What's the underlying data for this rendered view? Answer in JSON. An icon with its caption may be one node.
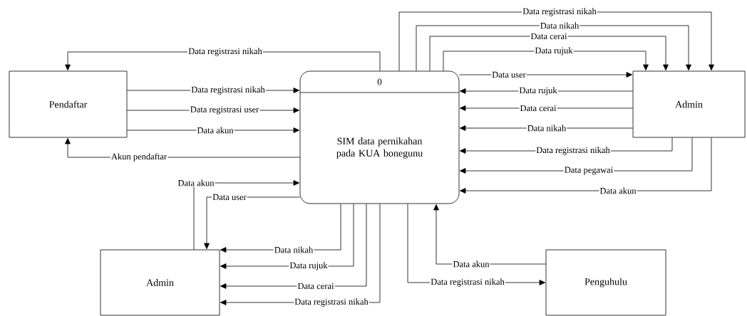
{
  "diagram": {
    "nodes": [
      {
        "text": [
          "Pendaftar"
        ]
      },
      {
        "text": [
          "0",
          "SIM data pernikahan pada KUA bonegunu"
        ]
      },
      {
        "text": [
          "Admin"
        ]
      },
      {
        "text": [
          "Admin"
        ]
      },
      {
        "text": [
          "Penguhulu"
        ]
      }
    ],
    "edges": [
      {
        "from": 1,
        "to": 0,
        "arrow": "to",
        "label": "Data registrasi nikah"
      },
      {
        "from": 0,
        "to": 1,
        "arrow": "to",
        "label": "Data registrasi nikah"
      },
      {
        "from": 0,
        "to": 1,
        "arrow": "to",
        "label": "Data registrasi user"
      },
      {
        "from": 0,
        "to": 1,
        "arrow": "to",
        "label": "Data akun"
      },
      {
        "from": 1,
        "to": 0,
        "arrow": "to",
        "label": "Akun pendaftar"
      },
      {
        "from": 1,
        "to": 2,
        "arrow": "to",
        "label": "Data registrasi nikah"
      },
      {
        "from": 1,
        "to": 2,
        "arrow": "to",
        "label": "Data nikah"
      },
      {
        "from": 1,
        "to": 2,
        "arrow": "to",
        "label": "Data cerai"
      },
      {
        "from": 1,
        "to": 2,
        "arrow": "to",
        "label": "Data rujuk"
      },
      {
        "from": 1,
        "to": 2,
        "arrow": "to",
        "label": "Data user"
      },
      {
        "from": 2,
        "to": 1,
        "arrow": "to",
        "label": "Data rujuk"
      },
      {
        "from": 2,
        "to": 1,
        "arrow": "to",
        "label": "Data cerai"
      },
      {
        "from": 2,
        "to": 1,
        "arrow": "to",
        "label": "Data nikah"
      },
      {
        "from": 2,
        "to": 1,
        "arrow": "to",
        "label": "Data registrasi nikah"
      },
      {
        "from": 2,
        "to": 1,
        "arrow": "to",
        "label": "Data pegawai"
      },
      {
        "from": 2,
        "to": 1,
        "arrow": "to",
        "label": "Data akun"
      },
      {
        "from": 3,
        "to": 1,
        "arrow": "to",
        "label": "Data akun"
      },
      {
        "from": 1,
        "to": 3,
        "arrow": "to",
        "label": "Data user"
      },
      {
        "from": 1,
        "to": 3,
        "arrow": "to",
        "label": "Data nikah"
      },
      {
        "from": 1,
        "to": 3,
        "arrow": "to",
        "label": "Data rujuk"
      },
      {
        "from": 1,
        "to": 3,
        "arrow": "to",
        "label": "Data cerai"
      },
      {
        "from": 1,
        "to": 3,
        "arrow": "to",
        "label": "Data registrasi nikah"
      },
      {
        "from": 4,
        "to": 1,
        "arrow": "to",
        "label": "Data akun"
      },
      {
        "from": 1,
        "to": 4,
        "arrow": "to",
        "label": "Data registrasi nikah"
      }
    ]
  }
}
